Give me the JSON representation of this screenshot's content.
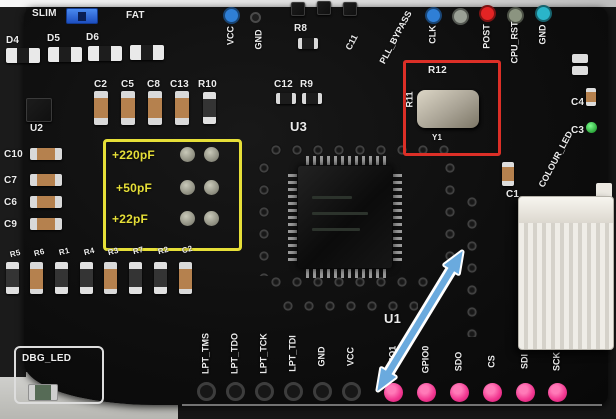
{
  "labels": {
    "slim": "SLIM",
    "fat": "FAT",
    "d4": "D4",
    "d5": "D5",
    "d6": "D6",
    "c2": "C2",
    "c5": "C5",
    "c8": "C8",
    "c13": "C13",
    "r10": "R10",
    "u2": "U2",
    "u3": "U3",
    "u1": "U1",
    "c10": "C10",
    "c7": "C7",
    "c6": "C6",
    "c9": "C9",
    "vcc_top": "VCC",
    "gnd_top": "GND",
    "r8": "R8",
    "c11": "C11",
    "pll_bypass": "PLL_BYPASS",
    "c12": "C12",
    "r9": "R9",
    "clk": "CLK",
    "post": "POST",
    "cpu_rst": "CPU_RST",
    "gnd_right": "GND",
    "r12": "R12",
    "r11": "R11",
    "y1": "Y1",
    "c4": "C4",
    "c3": "C3",
    "colour_led": "COLOUR_LED",
    "c1": "C1",
    "dbg_led": "DBG_LED"
  },
  "cap_box": {
    "rows": [
      "+220pF",
      "+50pF",
      "+22pF"
    ]
  },
  "resistor_row": [
    "R5",
    "R6",
    "R1",
    "R4",
    "R3",
    "R7",
    "R2",
    "C2"
  ],
  "jtag_pins": [
    "LPT_TMS",
    "LPT_TDO",
    "LPT_TCK",
    "LPT_TDI",
    "GND",
    "VCC"
  ],
  "spi_pins": [
    "GPIO1",
    "GPIO0",
    "SDO",
    "CS",
    "SDI",
    "SCK"
  ],
  "colors": {
    "pcb": "#0e0e0e",
    "silkscreen": "#ececec",
    "highlight_yellow": "#e6df38",
    "highlight_red": "#dc2f27",
    "pad_pink": "#f23690",
    "jumper_blue": "#2a62e0",
    "arrow_blue": "#6aaade",
    "dot_blue": "#2f7fd6",
    "dot_red": "#e32424",
    "dot_cyan": "#2ab5c9"
  }
}
